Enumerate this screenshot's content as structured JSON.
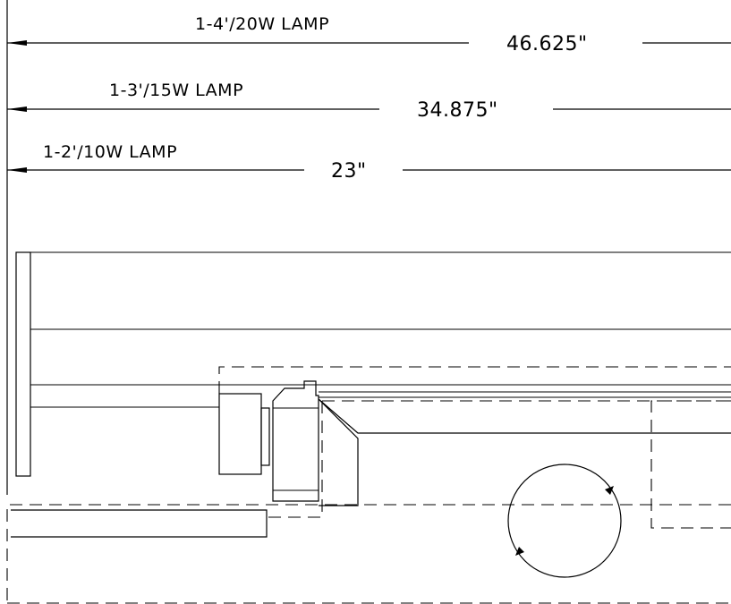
{
  "dimensions": [
    {
      "label": "1-4'/20W LAMP",
      "value": "46.625\""
    },
    {
      "label": "1-3'/15W LAMP",
      "value": "34.875\""
    },
    {
      "label": "1-2'/10W LAMP",
      "value": "23\""
    }
  ]
}
